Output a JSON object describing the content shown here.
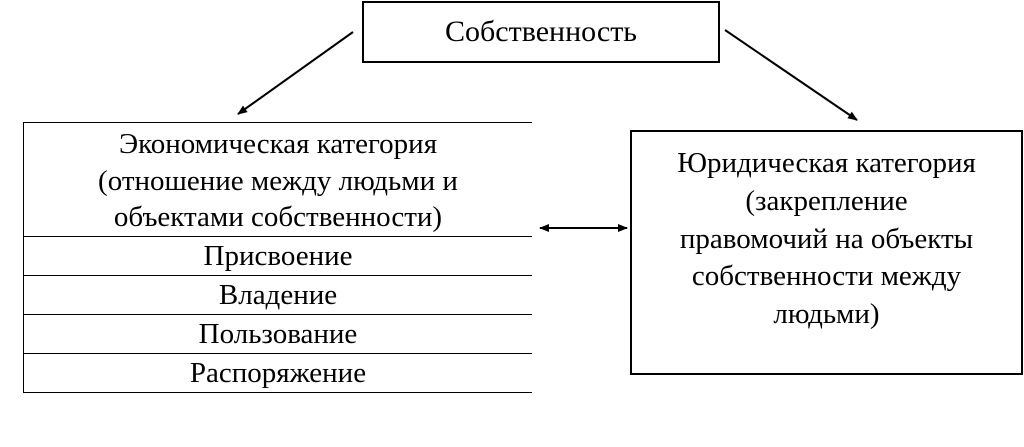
{
  "top": {
    "label": "Собственность"
  },
  "economic": {
    "header_lines": [
      "Экономическая категория",
      "(отношение между людьми и",
      "объектами собственности)"
    ],
    "rows": [
      "Присвоение",
      "Владение",
      "Пользование",
      "Распоряжение"
    ]
  },
  "legal": {
    "lines": [
      "Юридическая категория",
      "(закрепление",
      "правомочий на объекты",
      "собственности между",
      "людьми)"
    ]
  },
  "colors": {
    "line": "#000000",
    "background": "#ffffff"
  }
}
